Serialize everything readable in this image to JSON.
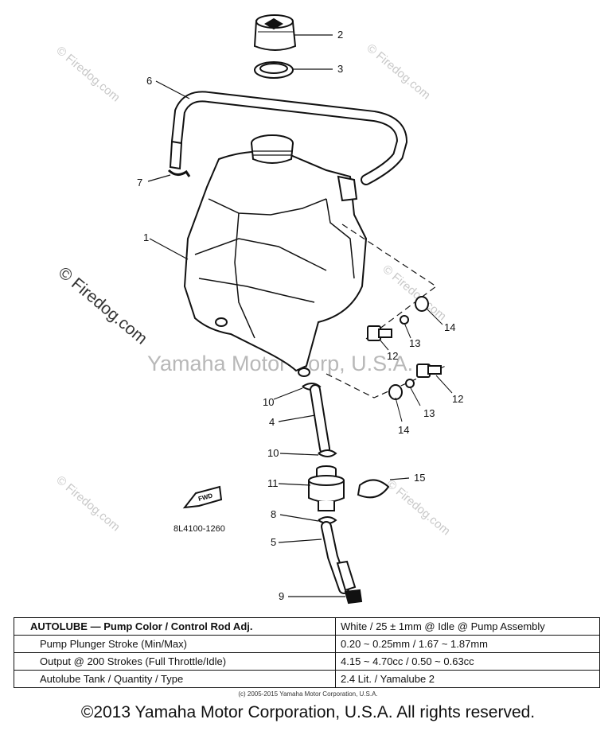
{
  "watermarks": {
    "site": "© Firedog.com",
    "center": "Yamaha Motor Corp, U.S.A."
  },
  "callouts": [
    "1",
    "2",
    "3",
    "4",
    "5",
    "6",
    "7",
    "8",
    "9",
    "10",
    "10",
    "11",
    "12",
    "12",
    "13",
    "13",
    "14",
    "14",
    "15"
  ],
  "part_code": "8L4100-1260",
  "fwd_label": "FWD",
  "spec_table": [
    {
      "label": "AUTOLUBE — Pump Color / Control Rod Adj.",
      "value": "White / 25 ± 1mm @ Idle @ Pump Assembly"
    },
    {
      "label": "Pump Plunger Stroke (Min/Max)",
      "value": "0.20 ~ 0.25mm / 1.67 ~ 1.87mm"
    },
    {
      "label": "Output @ 200 Strokes (Full Throttle/Idle)",
      "value": "4.15 ~ 4.70cc / 0.50 ~ 0.63cc"
    },
    {
      "label": "Autolube Tank / Quantity / Type",
      "value": "2.4 Lit. / Yamalube 2"
    }
  ],
  "copyright_small": "(c) 2005-2015 Yamaha Motor Corporation, U.S.A.",
  "copyright": "©2013 Yamaha Motor Corporation, U.S.A. All rights reserved."
}
